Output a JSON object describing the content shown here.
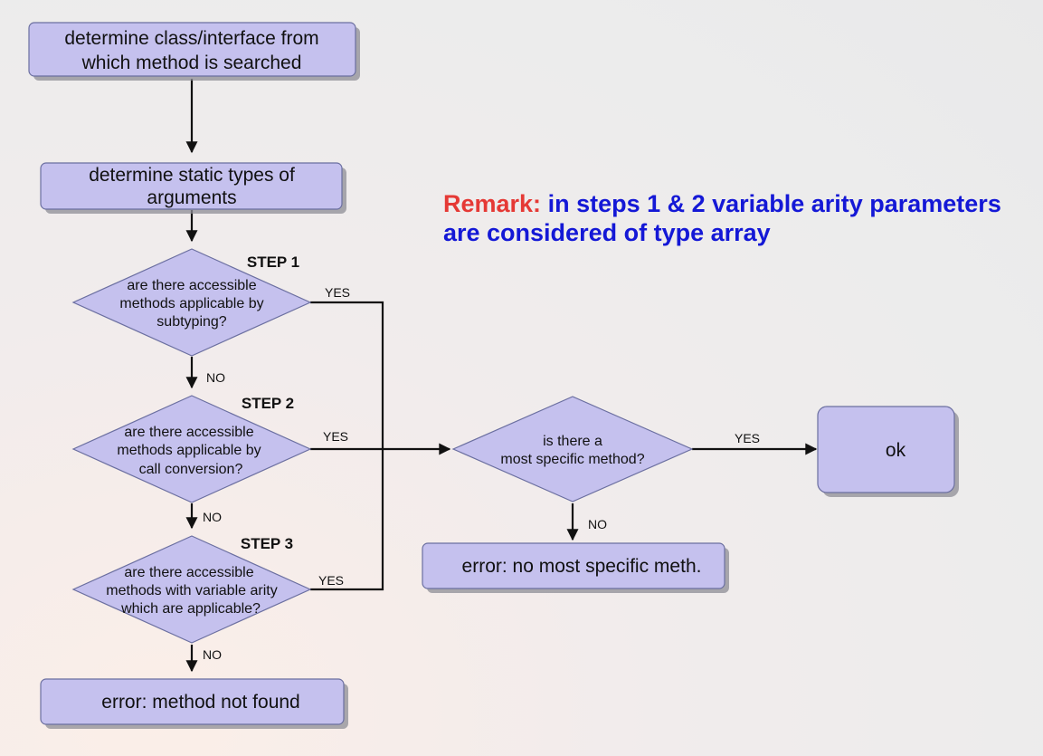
{
  "nodes": {
    "determine_class": {
      "line1": "determine class/interface from",
      "line2": "which method is searched"
    },
    "determine_types": {
      "line1": "determine static types of",
      "line2": "arguments"
    },
    "step1": {
      "title": "STEP 1",
      "line1": "are there accessible",
      "line2": "methods applicable by",
      "line3": "subtyping?"
    },
    "step2": {
      "title": "STEP 2",
      "line1": "are there accessible",
      "line2": "methods applicable by",
      "line3": "call conversion?"
    },
    "step3": {
      "title": "STEP 3",
      "line1": "are there accessible",
      "line2": "methods with variable arity",
      "line3": "which are applicable?"
    },
    "not_found": {
      "label": "error: method not found"
    },
    "most_specific": {
      "line1": "is there a",
      "line2": "most specific method?"
    },
    "ok": {
      "label": "ok"
    },
    "no_most_specific": {
      "label": "error: no most specific meth."
    }
  },
  "edge_labels": {
    "yes": "YES",
    "no": "NO"
  },
  "remark": {
    "label": "Remark:",
    "text": "in steps 1 & 2 variable arity parameters are considered of type array"
  },
  "colors": {
    "node_fill": "#c5c1ee",
    "node_stroke": "#6b6fa0",
    "remark_label": "#e53935",
    "remark_text": "#1418d6"
  }
}
